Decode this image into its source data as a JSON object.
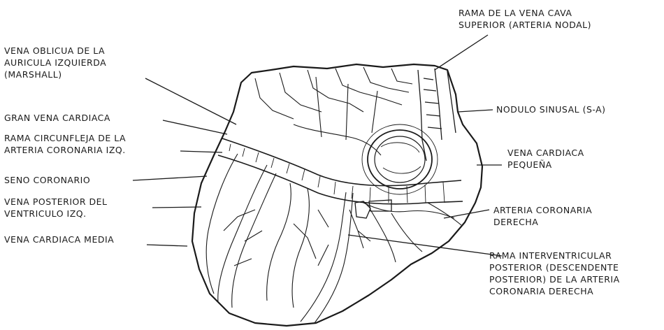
{
  "labels": {
    "vena_cava_branch": [
      "RAMA DE LA VENA CAVA",
      "SUPERIOR (ARTERIA NODAL)"
    ],
    "oblique_vein": [
      "VENA OBLICUA DE LA",
      "AURICULA IZQUIERDA",
      "(MARSHALL)"
    ],
    "great_cardiac_vein": [
      "GRAN VENA CARDIACA"
    ],
    "circumflex_branch": [
      "RAMA CIRCUNFLEJA DE LA",
      "ARTERIA CORONARIA IZQ."
    ],
    "coronary_sinus": [
      "SENO CORONARIO"
    ],
    "posterior_vein": [
      "VENA POSTERIOR DEL",
      "VENTRICULO IZQ."
    ],
    "middle_cardiac_vein": [
      "VENA CARDIACA MEDIA"
    ],
    "sinus_node": [
      "NODULO SINUSAL (S-A)"
    ],
    "small_cardiac_vein": [
      "VENA CARDIACA",
      "PEQUEÑA"
    ],
    "right_coronary": [
      "ARTERIA CORONARIA",
      "DERECHA"
    ],
    "posterior_interventricular": [
      "RAMA INTERVENTRICULAR",
      "POSTERIOR (DESCENDENTE",
      "POSTERIOR) DE LA ARTERIA",
      "CORONARIA DERECHA"
    ]
  },
  "colors": {
    "ink": "#1a1a1a",
    "background": "#ffffff"
  }
}
